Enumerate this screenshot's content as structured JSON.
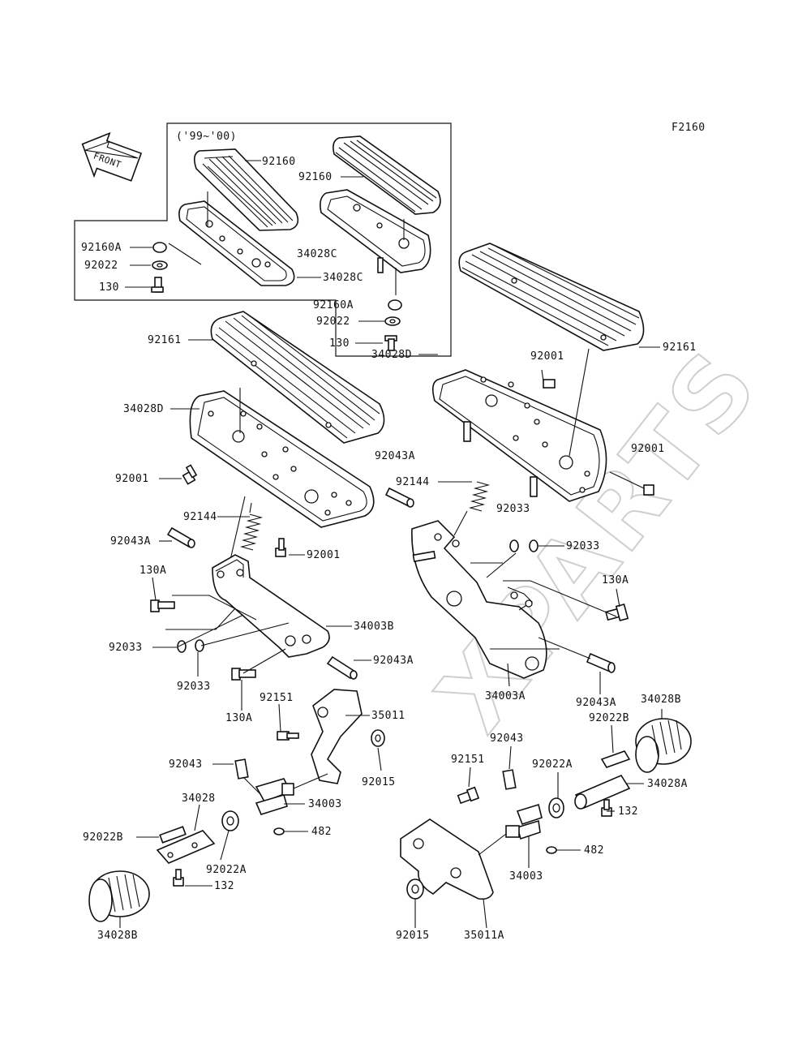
{
  "diagram": {
    "code": "F2160",
    "front_label": "FRONT",
    "inset_label": "('99~'00)",
    "watermark": "XPARTS",
    "callouts": [
      {
        "id": "c01",
        "text": "92160"
      },
      {
        "id": "c02",
        "text": "92160"
      },
      {
        "id": "c03",
        "text": "92160A"
      },
      {
        "id": "c04",
        "text": "92022"
      },
      {
        "id": "c05",
        "text": "130"
      },
      {
        "id": "c06",
        "text": "34028C"
      },
      {
        "id": "c07",
        "text": "34028C"
      },
      {
        "id": "c08",
        "text": "92160A"
      },
      {
        "id": "c09",
        "text": "92022"
      },
      {
        "id": "c10",
        "text": "130"
      },
      {
        "id": "c11",
        "text": "92161"
      },
      {
        "id": "c12",
        "text": "92161"
      },
      {
        "id": "c13",
        "text": "92001"
      },
      {
        "id": "c14",
        "text": "34028D"
      },
      {
        "id": "c15",
        "text": "34028D"
      },
      {
        "id": "c16",
        "text": "92001"
      },
      {
        "id": "c17",
        "text": "92001"
      },
      {
        "id": "c18",
        "text": "92043A"
      },
      {
        "id": "c19",
        "text": "92144"
      },
      {
        "id": "c20",
        "text": "92144"
      },
      {
        "id": "c21",
        "text": "92033"
      },
      {
        "id": "c22",
        "text": "92033"
      },
      {
        "id": "c23",
        "text": "92043A"
      },
      {
        "id": "c24",
        "text": "92001"
      },
      {
        "id": "c25",
        "text": "130A"
      },
      {
        "id": "c26",
        "text": "130A"
      },
      {
        "id": "c27",
        "text": "34003B"
      },
      {
        "id": "c28",
        "text": "92033"
      },
      {
        "id": "c29",
        "text": "92033"
      },
      {
        "id": "c30",
        "text": "92043A"
      },
      {
        "id": "c31",
        "text": "34003A"
      },
      {
        "id": "c32",
        "text": "130A"
      },
      {
        "id": "c33",
        "text": "92043A"
      },
      {
        "id": "c34",
        "text": "34028B"
      },
      {
        "id": "c35",
        "text": "92151"
      },
      {
        "id": "c36",
        "text": "35011"
      },
      {
        "id": "c37",
        "text": "92022B"
      },
      {
        "id": "c38",
        "text": "92043"
      },
      {
        "id": "c39",
        "text": "92015"
      },
      {
        "id": "c40",
        "text": "92043"
      },
      {
        "id": "c41",
        "text": "92151"
      },
      {
        "id": "c42",
        "text": "92022A"
      },
      {
        "id": "c43",
        "text": "34028A"
      },
      {
        "id": "c44",
        "text": "34028"
      },
      {
        "id": "c45",
        "text": "34003"
      },
      {
        "id": "c46",
        "text": "132"
      },
      {
        "id": "c47",
        "text": "92022B"
      },
      {
        "id": "c48",
        "text": "482"
      },
      {
        "id": "c49",
        "text": "482"
      },
      {
        "id": "c50",
        "text": "92022A"
      },
      {
        "id": "c51",
        "text": "34003"
      },
      {
        "id": "c52",
        "text": "132"
      },
      {
        "id": "c53",
        "text": "34028B"
      },
      {
        "id": "c54",
        "text": "92015"
      },
      {
        "id": "c55",
        "text": "35011A"
      }
    ]
  }
}
